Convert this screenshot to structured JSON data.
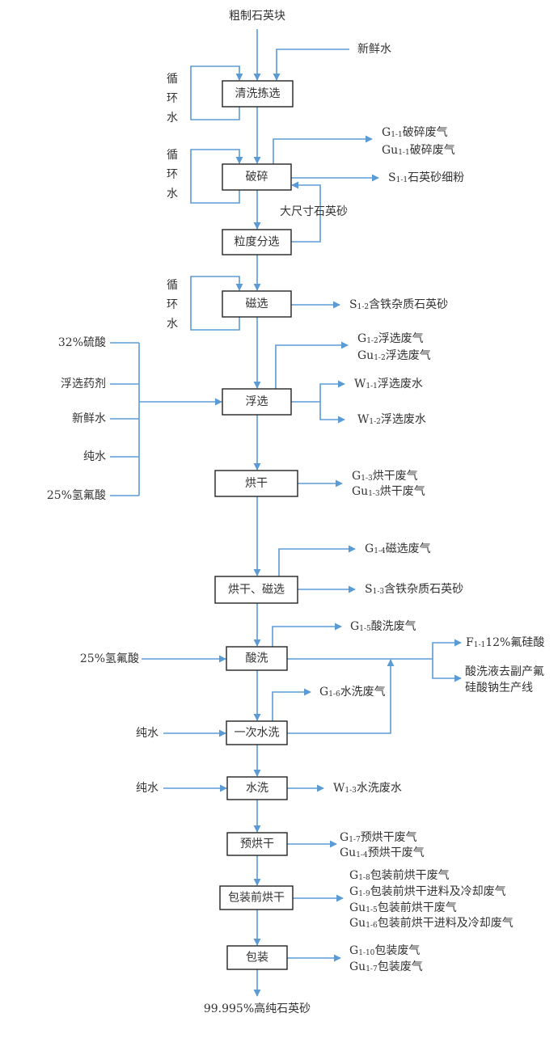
{
  "line_color": "#5b9bd5",
  "title_input": "粗制石英块",
  "final_product": "99.995%高纯石英砂",
  "recycle_water_label": [
    "循",
    "环",
    "水"
  ],
  "steps": [
    {
      "id": "wash-sort",
      "label": "清洗拣选"
    },
    {
      "id": "crush",
      "label": "破碎"
    },
    {
      "id": "size-sort",
      "label": "粒度分选"
    },
    {
      "id": "magnetic",
      "label": "磁选"
    },
    {
      "id": "flotation",
      "label": "浮选"
    },
    {
      "id": "dry",
      "label": "烘干"
    },
    {
      "id": "dry-magnetic",
      "label": "烘干、磁选"
    },
    {
      "id": "acid-wash",
      "label": "酸洗"
    },
    {
      "id": "first-water-wash",
      "label": "一次水洗"
    },
    {
      "id": "water-wash",
      "label": "水洗"
    },
    {
      "id": "pre-dry",
      "label": "预烘干"
    },
    {
      "id": "pre-pack-dry",
      "label": "包装前烘干"
    },
    {
      "id": "pack",
      "label": "包装"
    }
  ],
  "inputs": {
    "fresh_water_top": "新鲜水",
    "oversize_sand": "大尺寸石英砂",
    "flotation_inputs": [
      "32%硫酸",
      "浮选药剂",
      "新鲜水",
      "纯水",
      "25%氢氟酸"
    ],
    "acid_wash_input": "25%氢氟酸",
    "first_wash_input": "纯水",
    "water_wash_input": "纯水"
  },
  "outputs": {
    "crush_gas": [
      {
        "code": "G",
        "sub": "1-1",
        "text": "破碎废气"
      },
      {
        "code": "Gu",
        "sub": "1-1",
        "text": "破碎废气"
      }
    ],
    "crush_solid": {
      "code": "S",
      "sub": "1-1",
      "text": "石英砂细粉"
    },
    "magnetic_solid": {
      "code": "S",
      "sub": "1-2",
      "text": "含铁杂质石英砂"
    },
    "flotation_gas": [
      {
        "code": "G",
        "sub": "1-2",
        "text": "浮选废气"
      },
      {
        "code": "Gu",
        "sub": "1-2",
        "text": "浮选废气"
      }
    ],
    "flotation_water": [
      {
        "code": "W",
        "sub": "1-1",
        "text": "浮选废水"
      },
      {
        "code": "W",
        "sub": "1-2",
        "text": "浮选废水"
      }
    ],
    "dry_gas": [
      {
        "code": "G",
        "sub": "1-3",
        "text": "烘干废气"
      },
      {
        "code": "Gu",
        "sub": "1-3",
        "text": "烘干废气"
      }
    ],
    "dry_magnetic_gas": {
      "code": "G",
      "sub": "1-4",
      "text": "磁选废气"
    },
    "dry_magnetic_solid": {
      "code": "S",
      "sub": "1-3",
      "text": "含铁杂质石英砂"
    },
    "acid_gas": {
      "code": "G",
      "sub": "1-5",
      "text": "酸洗废气"
    },
    "acid_byproduct": {
      "code": "F",
      "sub": "1-1",
      "text": "12%氟硅酸"
    },
    "acid_liquid_dest": [
      "酸洗液去副产氟",
      "硅酸钠生产线"
    ],
    "first_wash_gas": {
      "code": "G",
      "sub": "1-6",
      "text": "水洗废气"
    },
    "water_wash_water": {
      "code": "W",
      "sub": "1-3",
      "text": "水洗废水"
    },
    "pre_dry_gas": [
      {
        "code": "G",
        "sub": "1-7",
        "text": "预烘干废气"
      },
      {
        "code": "Gu",
        "sub": "1-4",
        "text": "预烘干废气"
      }
    ],
    "pre_pack_dry_gas": [
      {
        "code": "G",
        "sub": "1-8",
        "text": "包装前烘干废气"
      },
      {
        "code": "G",
        "sub": "1-9",
        "text": "包装前烘干进料及冷却废气"
      },
      {
        "code": "Gu",
        "sub": "1-5",
        "text": "包装前烘干废气"
      },
      {
        "code": "Gu",
        "sub": "1-6",
        "text": "包装前烘干进料及冷却废气"
      }
    ],
    "pack_gas": [
      {
        "code": "G",
        "sub": "1-10",
        "text": "包装废气"
      },
      {
        "code": "Gu",
        "sub": "1-7",
        "text": "包装废气"
      }
    ]
  }
}
